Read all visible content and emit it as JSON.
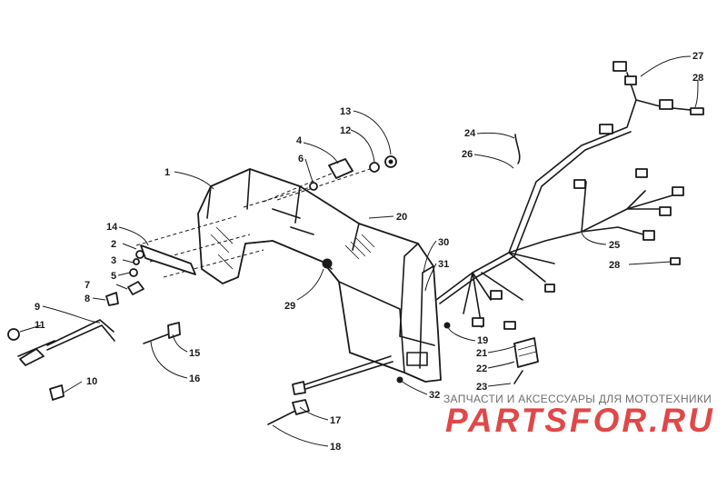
{
  "callouts": [
    "1",
    "2",
    "3",
    "4",
    "5",
    "6",
    "7",
    "8",
    "9",
    "10",
    "11",
    "12",
    "13",
    "14",
    "15",
    "16",
    "17",
    "18",
    "19",
    "20",
    "21",
    "22",
    "23",
    "24",
    "25",
    "26",
    "27",
    "28",
    "28",
    "29",
    "30",
    "31",
    "32"
  ],
  "watermark": {
    "subtitle": "ЗАПЧАСТИ И АКСЕССУАРЫ ДЛЯ МОТОТЕХНИКИ",
    "brand": "PARTSFOR.RU",
    "brand_color": "#e04848"
  }
}
